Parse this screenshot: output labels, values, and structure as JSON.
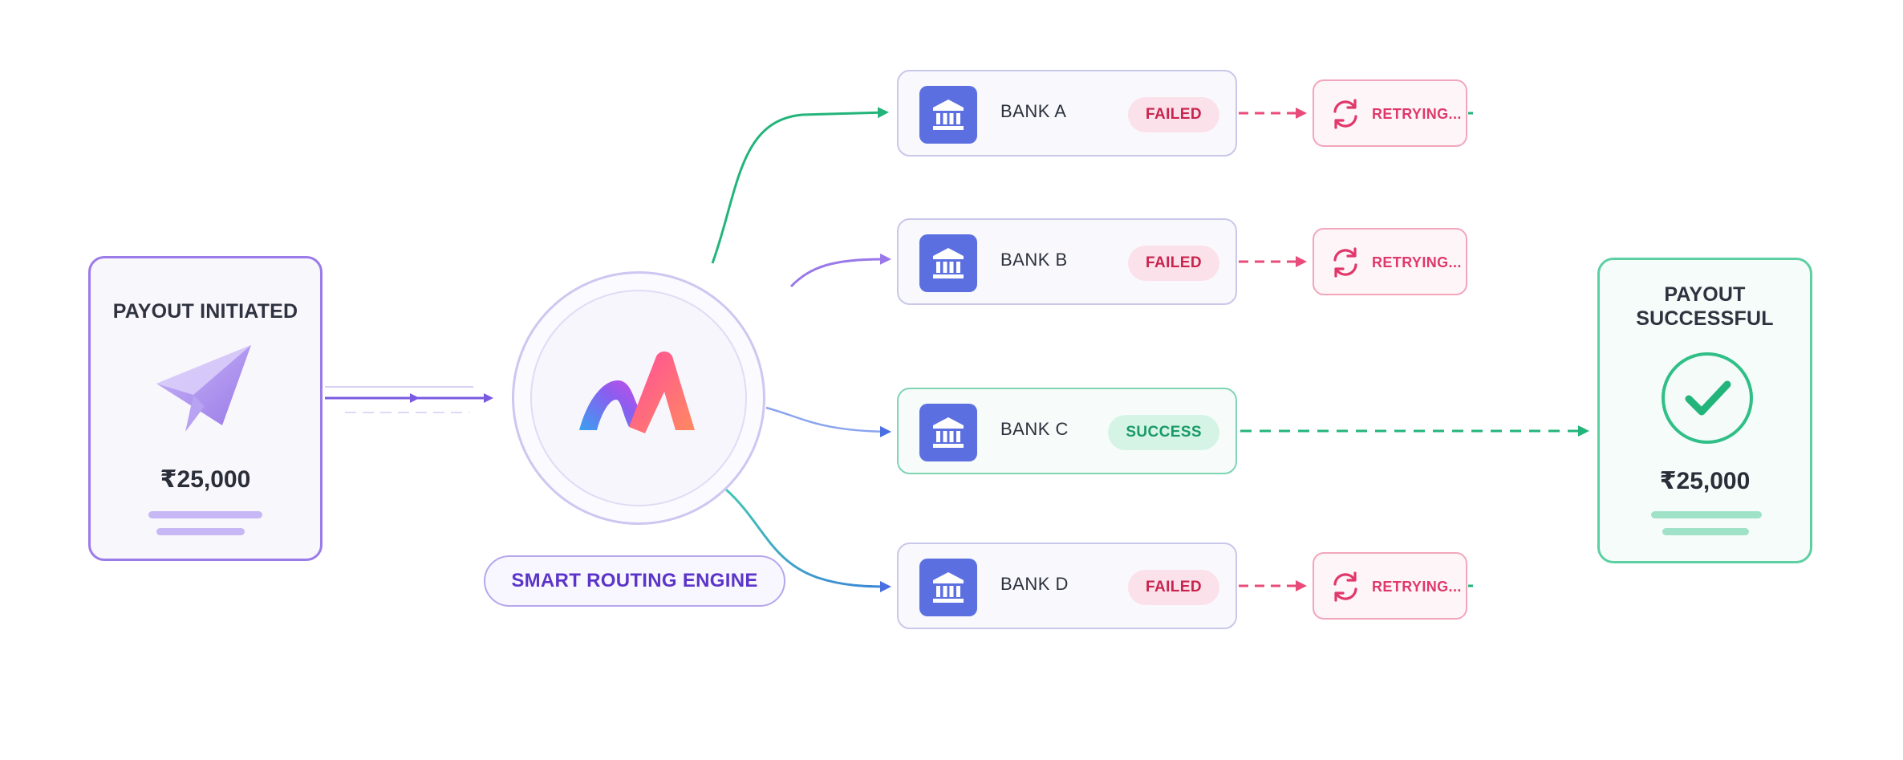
{
  "initiated": {
    "title": "PAYOUT INITIATED",
    "amount": "₹25,000",
    "icon": "paper-plane-icon"
  },
  "engine": {
    "label": "SMART ROUTING ENGINE",
    "icon": "brand-logo-icon"
  },
  "banks": [
    {
      "name": "BANK A",
      "status": "FAILED",
      "retry": "RETRYING..."
    },
    {
      "name": "BANK B",
      "status": "FAILED",
      "retry": "RETRYING..."
    },
    {
      "name": "BANK C",
      "status": "SUCCESS"
    },
    {
      "name": "BANK D",
      "status": "FAILED",
      "retry": "RETRYING..."
    }
  ],
  "success": {
    "title_line1": "PAYOUT",
    "title_line2": "SUCCESSFUL",
    "amount": "₹25,000",
    "icon": "checkmark-circle-icon"
  },
  "colors": {
    "purple": "#9b7be8",
    "green": "#2fbf87",
    "pink": "#e0386b",
    "bank_icon": "#5b6fe0"
  }
}
